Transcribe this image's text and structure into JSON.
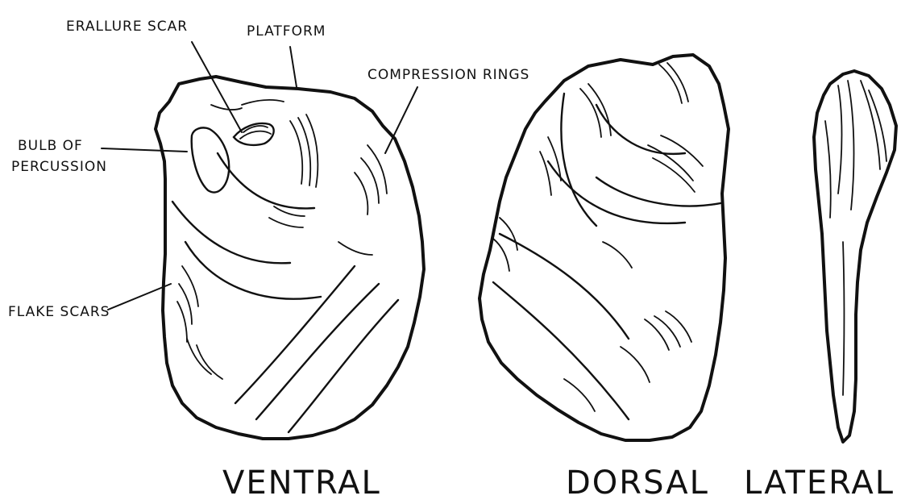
{
  "labels": {
    "eraillure_scar": "ERALLURE SCAR",
    "platform": "PLATFORM",
    "compression_rings": "COMPRESSION RINGS",
    "bulb_line1": "BULB OF",
    "bulb_line2": "PERCUSSION",
    "flake_scars": "FLAKE SCARS"
  },
  "views": {
    "ventral": "VENTRAL",
    "dorsal": "DORSAL",
    "lateral": "LATERAL"
  },
  "colors": {
    "ink": "#111111",
    "paper": "#ffffff"
  }
}
